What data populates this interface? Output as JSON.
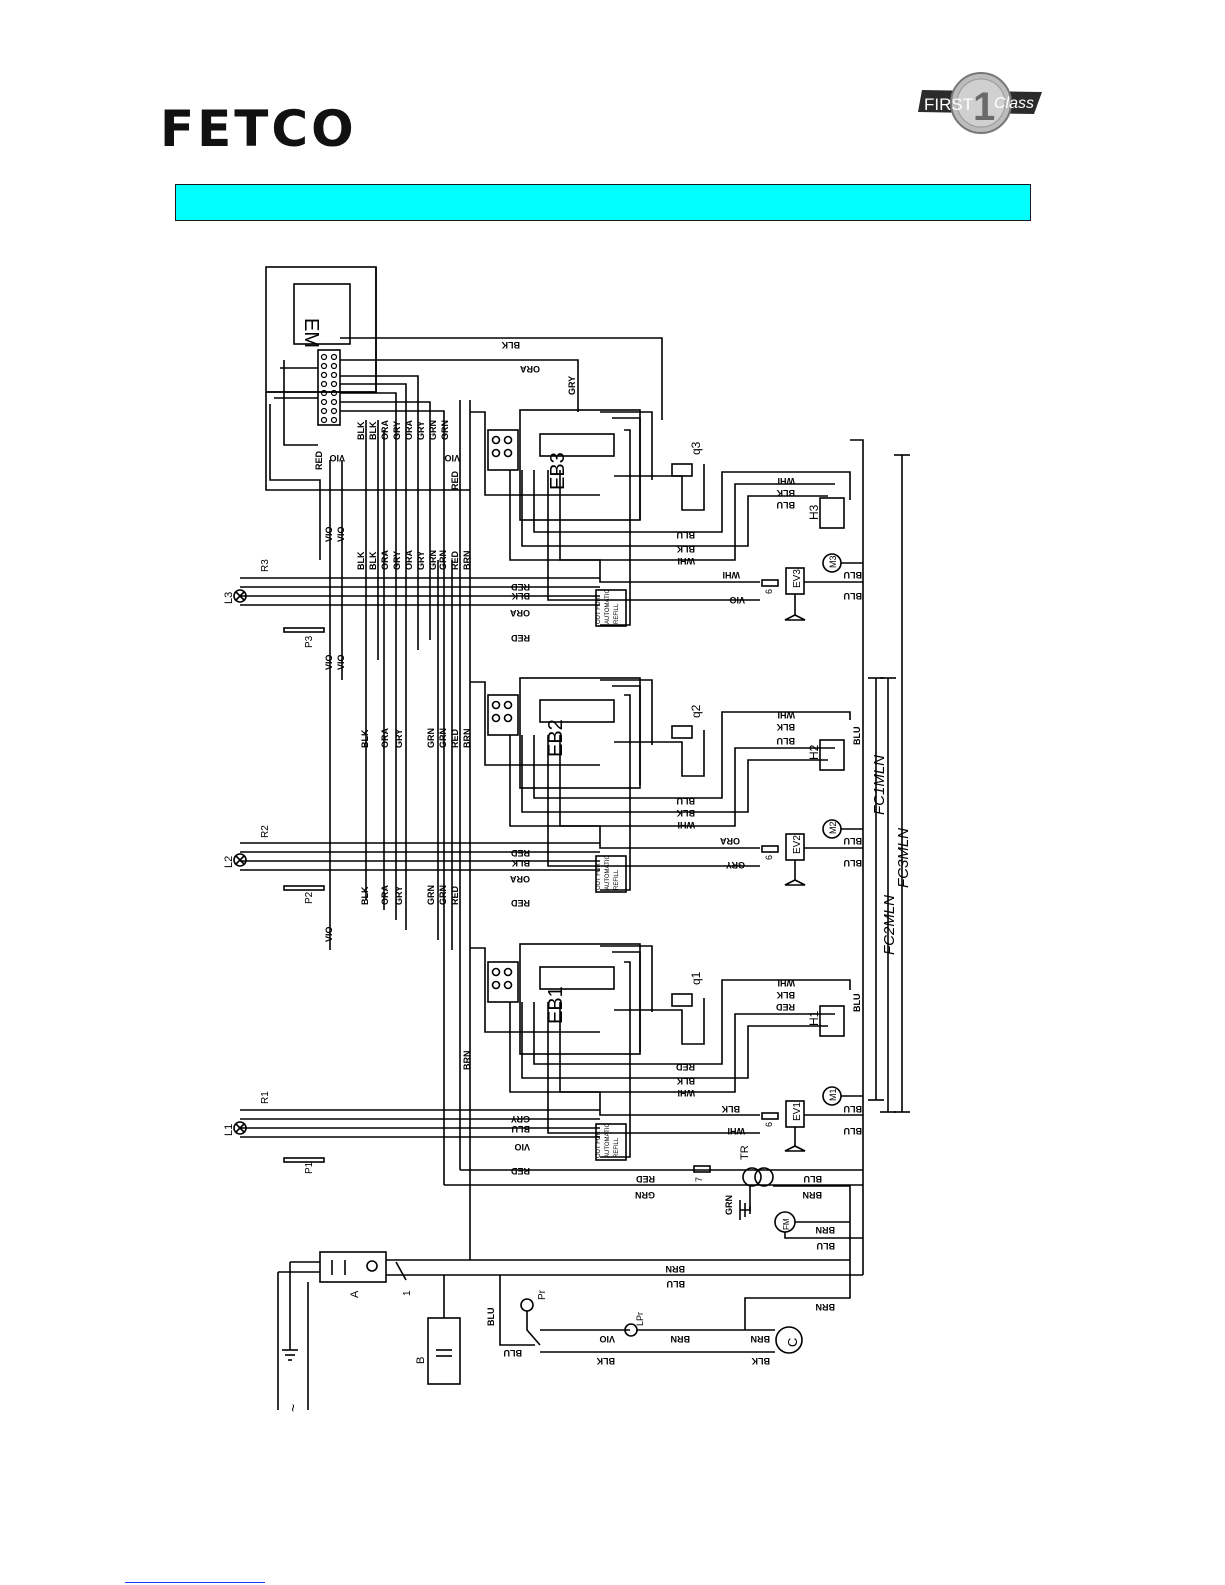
{
  "header": {
    "logo": "FETCO",
    "badge": {
      "word1": "FIRST",
      "word2": "Class",
      "numeral": "1"
    },
    "banner_color": "#00ffff"
  },
  "diagram": {
    "module": "EM",
    "boards": [
      "EB1",
      "EB2",
      "EB3"
    ],
    "thermostats": [
      "q1",
      "q2",
      "q3"
    ],
    "heaters": [
      "H1",
      "H2",
      "H3"
    ],
    "valves": [
      "EV1",
      "EV2",
      "EV3"
    ],
    "motors": [
      "M1",
      "M2",
      "M3"
    ],
    "lamps": [
      "L1",
      "L2",
      "L3"
    ],
    "relays": [
      "R1",
      "R2",
      "R3"
    ],
    "probes": [
      "P1",
      "P2",
      "P3"
    ],
    "fuses": [
      "6",
      "6",
      "6",
      "7"
    ],
    "misc": {
      "transformer": "TR",
      "fan": "FM",
      "filter": "A",
      "switch": "1",
      "capacitor": "B",
      "pressostat": "Pr",
      "pressure_lamp": "LPr",
      "compressor": "C",
      "supply": "~"
    },
    "refill_note": [
      "OUT FOR",
      "AUTOMATIC",
      "REFILL"
    ],
    "models": [
      "FC1MLN",
      "FC2MLN",
      "FC3MLN"
    ],
    "wire_colors": {
      "blk": "BLK",
      "ora": "ORA",
      "gry": "GRY",
      "grn": "GRN",
      "red": "RED",
      "brn": "BRN",
      "vio": "VIO",
      "blu": "BLU",
      "whi": "WHI"
    }
  }
}
